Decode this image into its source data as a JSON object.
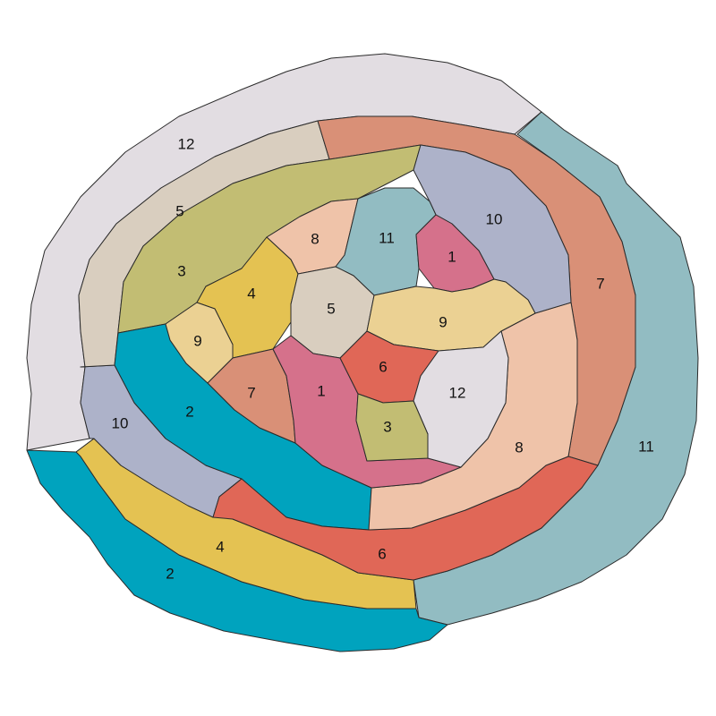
{
  "palette": {
    "1": "#d5718b",
    "2": "#00a3be",
    "3": "#c2bd73",
    "4": "#e4c252",
    "5": "#d9cebf",
    "6": "#e06757",
    "7": "#d99077",
    "8": "#efc3a9",
    "9": "#ebd193",
    "10": "#adb2c9",
    "11": "#92bcc2",
    "12": "#e2dde2"
  },
  "regions": [
    {
      "id": "outer-12",
      "label": "12",
      "color_key": "12"
    },
    {
      "id": "outer-11",
      "label": "11",
      "color_key": "11"
    },
    {
      "id": "outer-2",
      "label": "2",
      "color_key": "2"
    },
    {
      "id": "band-4",
      "label": "4",
      "color_key": "4"
    },
    {
      "id": "band-10",
      "label": "10",
      "color_key": "10"
    },
    {
      "id": "ring-5",
      "label": "5",
      "color_key": "5"
    },
    {
      "id": "ring-7",
      "label": "7",
      "color_key": "7"
    },
    {
      "id": "ring-3",
      "label": "3",
      "color_key": "3"
    },
    {
      "id": "mid-2",
      "label": "2",
      "color_key": "2"
    },
    {
      "id": "ring-6",
      "label": "6",
      "color_key": "6"
    },
    {
      "id": "ring-8",
      "label": "8",
      "color_key": "8"
    },
    {
      "id": "upper-10",
      "label": "10",
      "color_key": "10"
    },
    {
      "id": "inner-8",
      "label": "8",
      "color_key": "8"
    },
    {
      "id": "inner-11",
      "label": "11",
      "color_key": "11"
    },
    {
      "id": "inner-1",
      "label": "1",
      "color_key": "1"
    },
    {
      "id": "inner-4",
      "label": "4",
      "color_key": "4"
    },
    {
      "id": "inner-5",
      "label": "5",
      "color_key": "5"
    },
    {
      "id": "inner-9-right",
      "label": "9",
      "color_key": "9"
    },
    {
      "id": "inner-9-left",
      "label": "9",
      "color_key": "9"
    },
    {
      "id": "inner-7",
      "label": "7",
      "color_key": "7"
    },
    {
      "id": "center-1",
      "label": "1",
      "color_key": "1"
    },
    {
      "id": "center-6",
      "label": "6",
      "color_key": "6"
    },
    {
      "id": "center-12",
      "label": "12",
      "color_key": "12"
    },
    {
      "id": "center-3",
      "label": "3",
      "color_key": "3"
    }
  ]
}
